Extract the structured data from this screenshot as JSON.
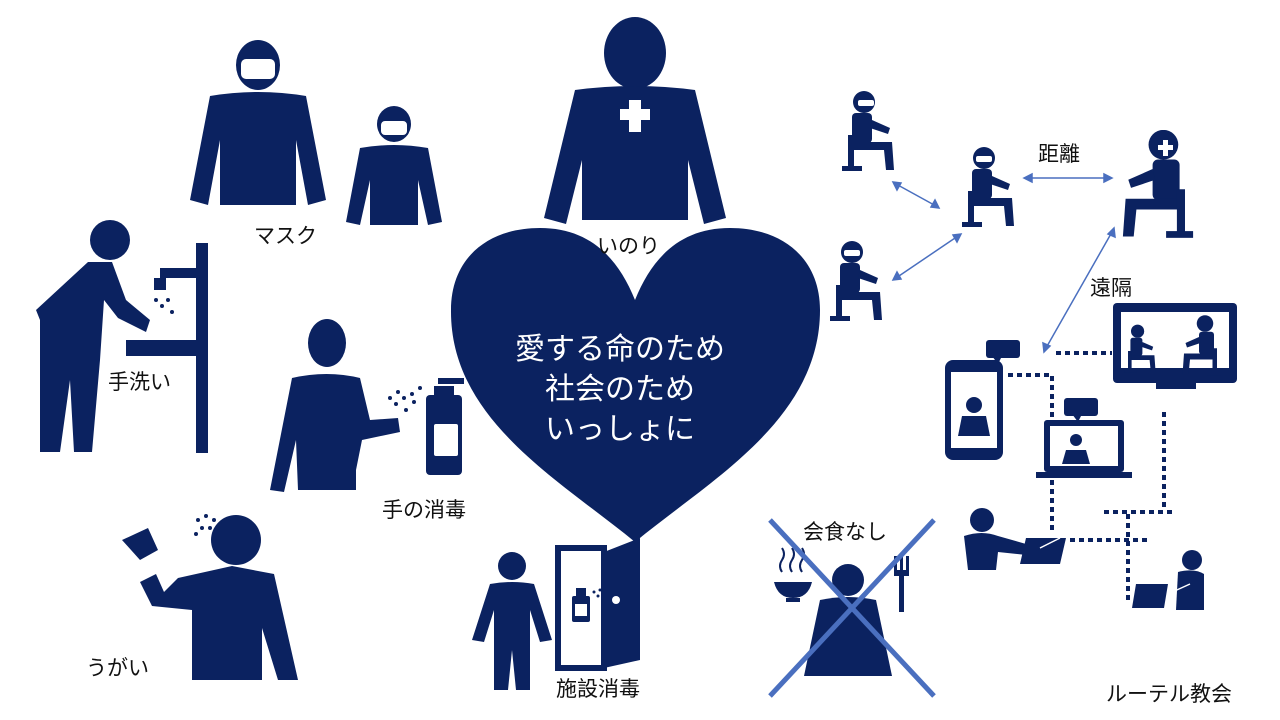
{
  "colors": {
    "navy": "#0b2260",
    "accent": "#4a6fbf",
    "white": "#ffffff",
    "text": "#111111"
  },
  "center_message": {
    "line1": "愛する命のため",
    "line2": "社会のため",
    "line3": "いっしょに"
  },
  "labels": {
    "mask": "マスク",
    "prayer": "いのり",
    "handwash": "手洗い",
    "hand_disinfect": "手の消毒",
    "gargle": "うがい",
    "facility_disinfect": "施設消毒",
    "no_meal": "会食なし",
    "distance": "距離",
    "remote": "遠隔",
    "church": "ルーテル教会"
  },
  "icons": {
    "mask_people": "masked-people-icon",
    "pastor": "pastor-icon",
    "handwash": "handwash-icon",
    "sanitizer": "sanitizer-person-icon",
    "gargle": "gargle-icon",
    "facility": "facility-door-icon",
    "no_meal": "no-meal-icon",
    "distance": "seated-distance-icon",
    "remote": "remote-network-icon"
  }
}
